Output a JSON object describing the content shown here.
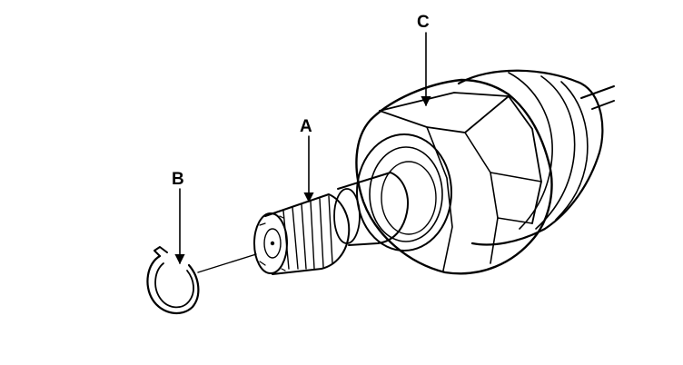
{
  "diagram": {
    "callouts": {
      "a": "A",
      "b": "B",
      "c": "C"
    }
  }
}
